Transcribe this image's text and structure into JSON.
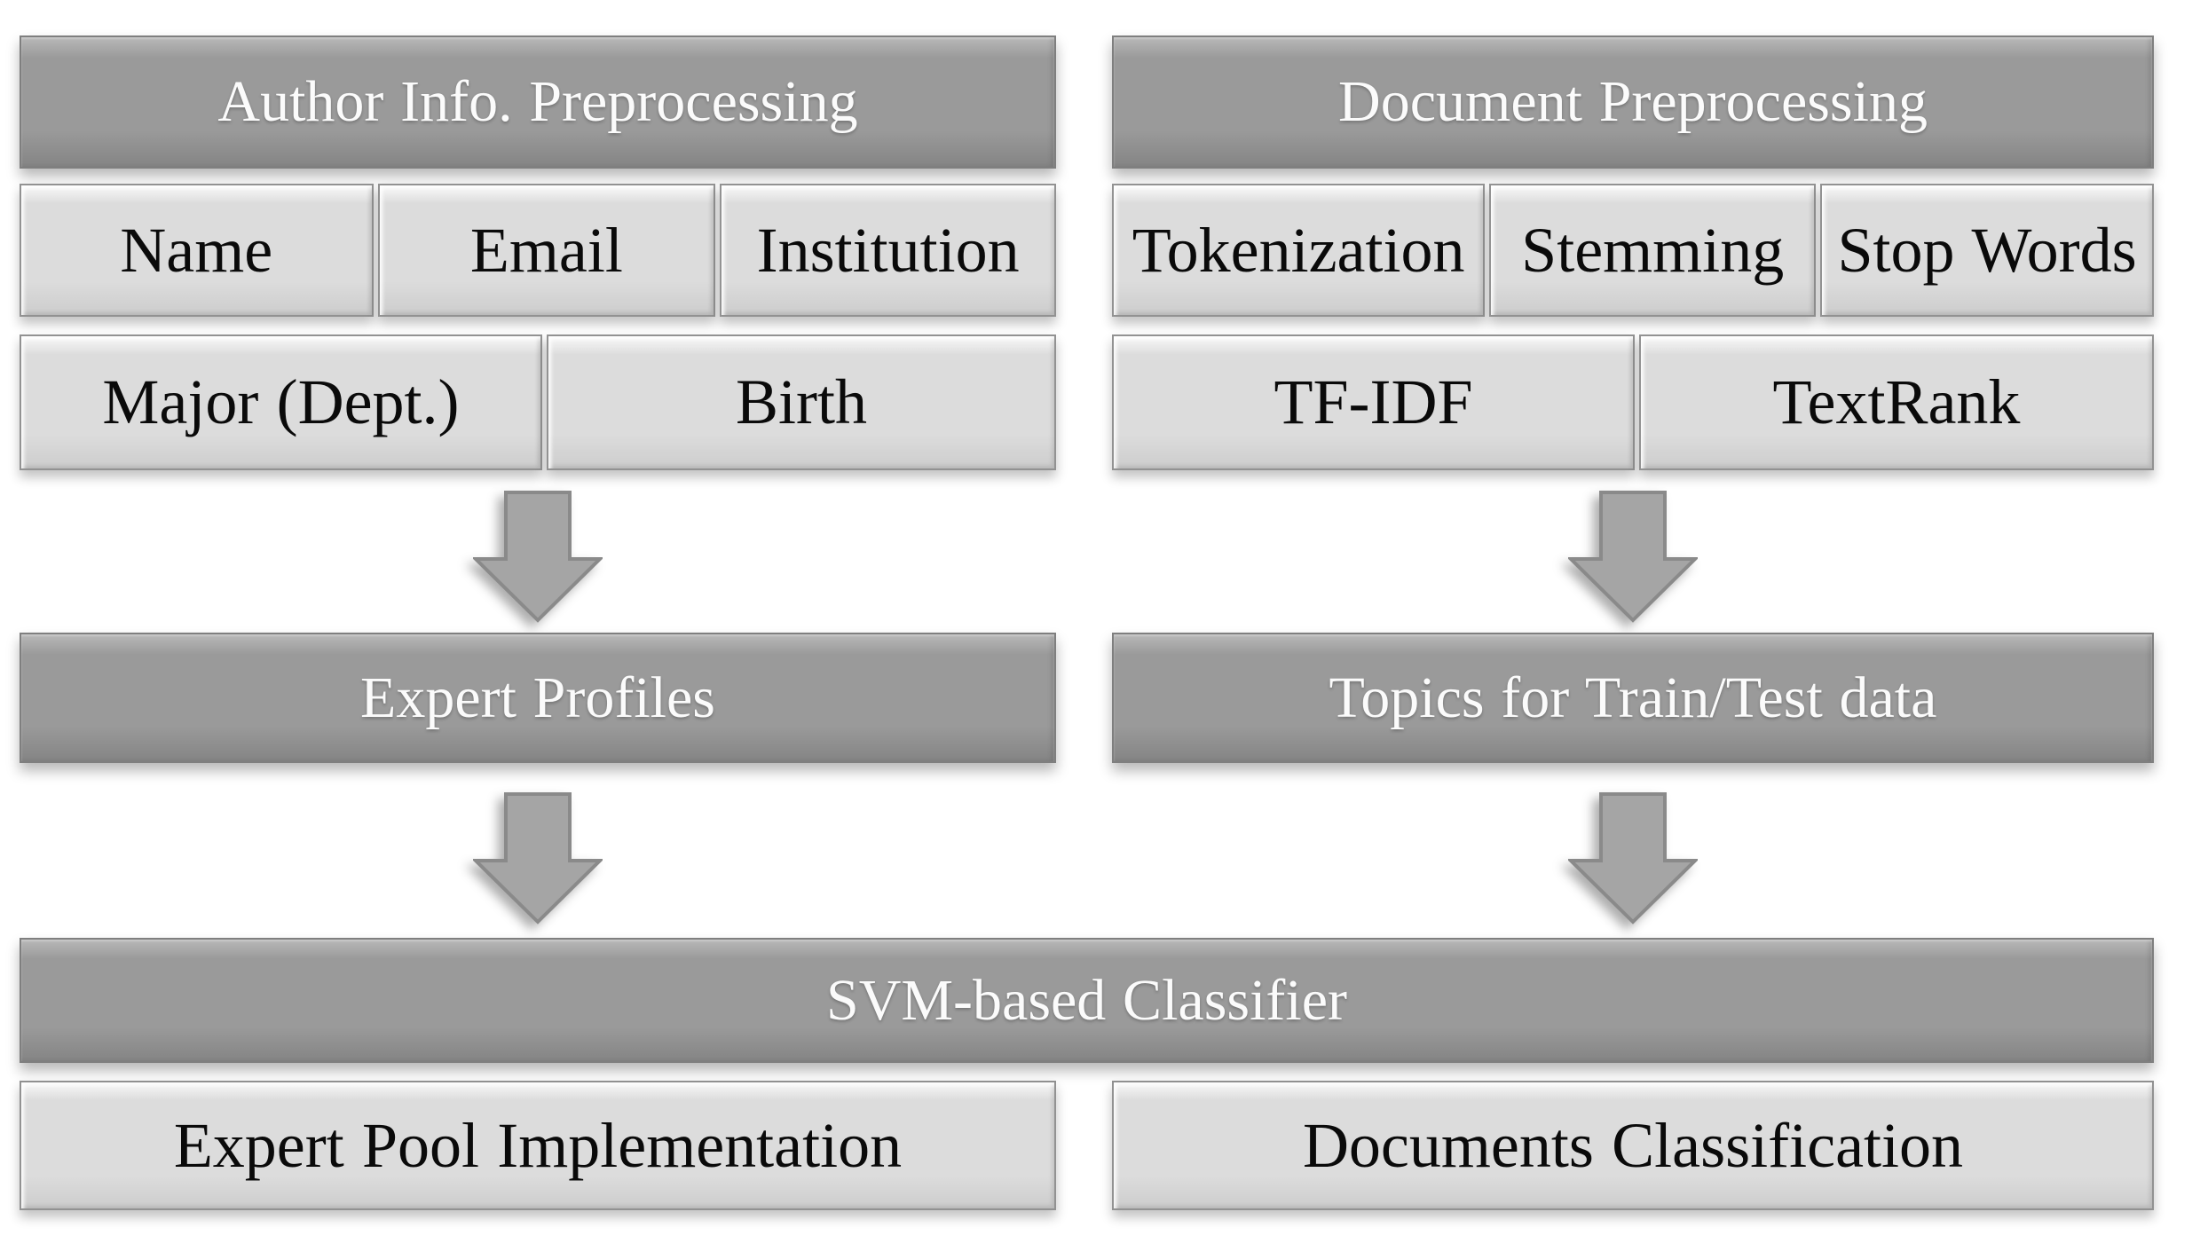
{
  "diagram": {
    "colors": {
      "dark_box_fill": "#9a9a9a",
      "dark_box_border": "#7f7f7f",
      "dark_box_text": "#fbfbfb",
      "light_box_fill": "#dcdcdc",
      "light_box_border": "#929292",
      "light_box_text": "#0a0a0a",
      "arrow_fill": "#a5a5a5",
      "arrow_border": "#8a8a8a",
      "background": "#ffffff"
    },
    "left_pipeline": {
      "header": "Author Info. Preprocessing",
      "row1": [
        "Name",
        "Email",
        "Institution"
      ],
      "row2": [
        "Major (Dept.)",
        "Birth"
      ],
      "result": "Expert Profiles",
      "output": "Expert Pool Implementation"
    },
    "right_pipeline": {
      "header": "Document Preprocessing",
      "row1": [
        "Tokenization",
        "Stemming",
        "Stop Words"
      ],
      "row2": [
        "TF-IDF",
        "TextRank"
      ],
      "result": "Topics for Train/Test data",
      "output": "Documents Classification"
    },
    "classifier_label": "SVM-based Classifier"
  }
}
